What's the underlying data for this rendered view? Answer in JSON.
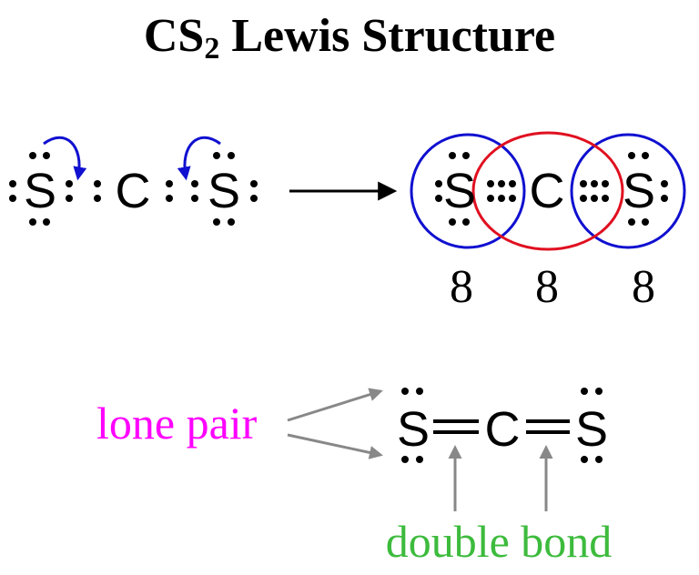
{
  "title": {
    "main": "CS",
    "subscript": "2",
    "rest": " Lewis Structure"
  },
  "colors": {
    "sulfur_ring": "#1010d0",
    "carbon_ring": "#e01020",
    "electron_move_arrow": "#1010d0",
    "pointer_arrow": "#888888",
    "lone_pair_label": "#ff00ff",
    "double_bond_label": "#3dbb3d"
  },
  "step1": {
    "atoms": [
      "S",
      "C",
      "S"
    ]
  },
  "step2": {
    "atoms": [
      "S",
      "C",
      "S"
    ],
    "electron_counts": [
      "8",
      "8",
      "8"
    ]
  },
  "final": {
    "atoms": [
      "S",
      "C",
      "S"
    ]
  },
  "labels": {
    "lone_pair": "lone pair",
    "double_bond": "double bond"
  }
}
